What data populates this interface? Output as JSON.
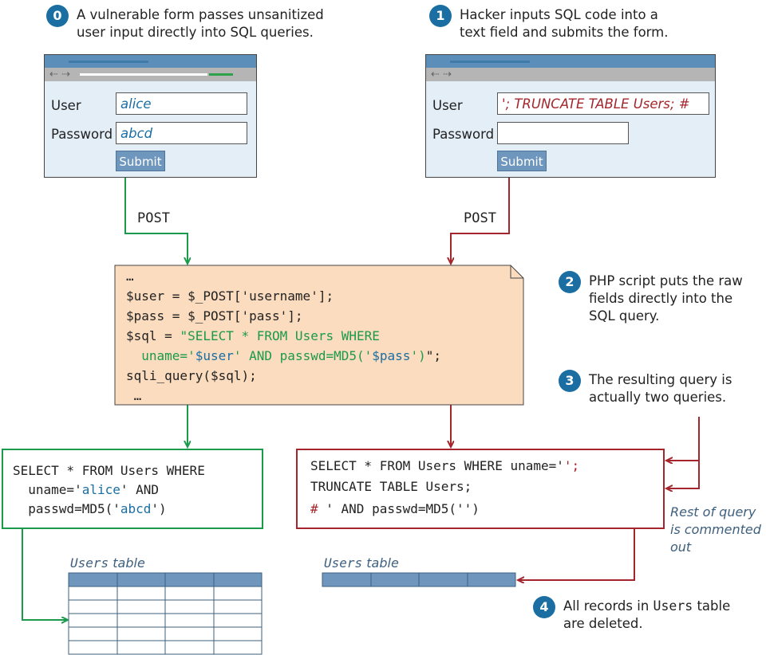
{
  "steps": {
    "s0": {
      "num": "0",
      "line1": "A vulnerable form passes unsanitized",
      "line2": "user input directly into SQL queries."
    },
    "s1": {
      "num": "1",
      "line1": "Hacker inputs SQL code into a",
      "line2": "text field and submits the form."
    },
    "s2": {
      "num": "2",
      "line1": "PHP script puts the raw",
      "line2": "fields directly into the",
      "line3": "SQL query."
    },
    "s3": {
      "num": "3",
      "line1": "The resulting query is",
      "line2": "actually two queries."
    },
    "s4": {
      "num": "4",
      "line1_a": "All records in ",
      "line1_code": "Users",
      "line1_b": " table",
      "line2": "are deleted."
    }
  },
  "form_left": {
    "user_label": "User",
    "user_value": "alice",
    "password_label": "Password",
    "password_value": "abcd",
    "submit_label": "Submit",
    "nav_arrows": "⇠ ⇢"
  },
  "form_right": {
    "user_label": "User",
    "user_value": "'; TRUNCATE TABLE Users; #",
    "password_label": "Password",
    "password_value": "",
    "submit_label": "Submit",
    "nav_arrows": "⇠ ⇢"
  },
  "post_left": "POST",
  "post_right": "POST",
  "php_code": {
    "l1": "…",
    "l2": "$user = $_POST['username'];",
    "l3": "$pass = $_POST['pass'];",
    "l4_a": "$sql = ",
    "l4_b": "\"SELECT * FROM Users WHERE",
    "l5_a": "  uname='",
    "l5_var1": "$user",
    "l5_b": "' AND passwd=MD5('",
    "l5_var2": "$pass",
    "l5_c": "')",
    "l5_d": "\";",
    "l6": "sqli_query($sql);",
    "l7": " …"
  },
  "query_left": {
    "l1": "SELECT * FROM Users WHERE",
    "l2_a": "  uname='",
    "l2_val": "alice",
    "l2_b": "' AND",
    "l3_a": "  passwd=MD5('",
    "l3_val": "abcd",
    "l3_b": "')"
  },
  "query_right": {
    "l1_a": "SELECT * FROM Users WHERE uname='",
    "l1_b": "';",
    "l2": "TRUNCATE TABLE Users;",
    "l3_a": "# ",
    "l3_b": "' AND passwd=MD5('')"
  },
  "table_left": {
    "name": "Users",
    "word": "table"
  },
  "table_right": {
    "name": "Users",
    "word": "table"
  },
  "comment_note": {
    "l1": "Rest of query",
    "l2": "is commented",
    "l3": "out"
  },
  "colors": {
    "green": "#1a9a4a",
    "red": "#a4262c",
    "blue": "#1a6ea2",
    "note_fill": "#fbdcbf",
    "table_head": "#6f97bd"
  }
}
